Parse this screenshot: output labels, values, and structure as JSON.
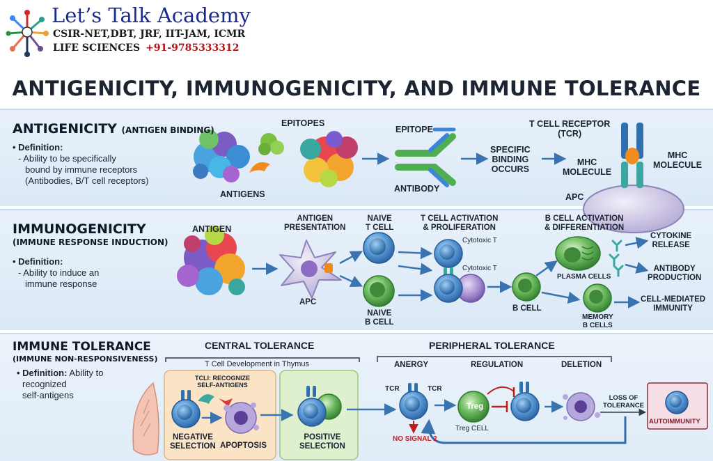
{
  "header": {
    "brand_title": "Let’s Talk Academy",
    "line1": "CSIR-NET,DBT, JRF, IIT-JAM, ICMR",
    "line2": "LIFE SCIENCES",
    "phone": "+91-9785333312"
  },
  "title": "ANTIGENICITY, IMMUNOGENICITY, AND IMMUNE TOLERANCE",
  "antigenicity": {
    "title": "ANTIGENICITY",
    "subtitle": "(ANTIGEN BINDING)",
    "def_label": "• Definition:",
    "def_1": "- Ability to be specifically",
    "def_2": "bound by immune receptors",
    "def_3": "(Antibodies, B/T cell receptors)",
    "antigens": "ANTIGENS",
    "epitopes": "EPITOPES",
    "epitope": "EPITOPE",
    "antibody": "ANTIBODY",
    "specific_1": "SPECIFIC",
    "specific_2": "BINDING",
    "specific_3": "OCCURS",
    "tcr_1": "T CELL RECEPTOR",
    "tcr_2": "(TCR)",
    "mhc_left_1": "MHC",
    "mhc_left_2": "MOLECULE",
    "mhc_right_1": "MHC",
    "mhc_right_2": "MOLECULE",
    "apc": "APC"
  },
  "immunogenicity": {
    "title": "IMMUNOGENICITY",
    "subtitle": "(IMMUNE RESPONSE INDUCTION)",
    "def_label": "• Definition:",
    "def_1": "- Ability to induce an",
    "def_2": "immune response",
    "antigen": "ANTIGEN",
    "presentation_1": "ANTIGEN",
    "presentation_2": "PRESENTATION",
    "apc": "APC",
    "naive_t_1": "NAIVE",
    "naive_t_2": "T CELL",
    "naive_b_1": "NAIVE",
    "naive_b_2": "B CELL",
    "tact_1": "T CELL ACTIVATION",
    "tact_2": "& PROLIFERATION",
    "cyto_1": "Cytotoxic T",
    "cyto_2": "Cytotoxic T",
    "b_cell": "B CELL",
    "bact_1": "B CELL ACTIVATION",
    "bact_2": "& DIFFERENTIATION",
    "plasma": "PLASMA CELLS",
    "memory_1": "MEMORY",
    "memory_2": "B CELLS",
    "cytokine_1": "CYTOKINE",
    "cytokine_2": "RELEASE",
    "antibody_1": "ANTIBODY",
    "antibody_2": "PRODUCTION",
    "cmi_1": "CELL-MEDIATED",
    "cmi_2": "IMMUNITY"
  },
  "tolerance": {
    "title": "IMMUNE TOLERANCE",
    "subtitle": "(IMMUNE NON-RESPONSIVENESS)",
    "def_label": "• Definition:",
    "def_1": "Ability to",
    "def_2": "recognized",
    "def_3": "self-antigens",
    "central": "CENTRAL TOLERANCE",
    "thymus": "T Cell Development in Thymus",
    "tcli_1": "TCLI: RECOGNIZE",
    "tcli_2": "SELF-ANTIGENS",
    "neg_1": "NEGATIVE",
    "neg_2": "SELECTION",
    "apoptosis": "APOPTOSIS",
    "pos_1": "POSITIVE",
    "pos_2": "SELECTION",
    "peripheral": "PERIPHERAL TOLERANCE",
    "anergy": "ANERGY",
    "regulation": "REGULATION",
    "deletion": "DELETION",
    "tcr_left": "TCR",
    "tcr_right": "TCR",
    "no_signal": "NO SIGNAL 2",
    "treg": "Treg",
    "treg_cell": "Treg CELL",
    "loss_1": "LOSS OF",
    "loss_2": "TOLERANCE",
    "autoimmunity": "AUTOIMMUNITY"
  },
  "colors": {
    "brand_blue": "#1a2a8c",
    "band_bg": "#e3eef8",
    "cell_blue": "#3f86c9",
    "cell_green": "#4fa34a",
    "arrow_blue": "#3a74b0",
    "red": "#c21d1d"
  }
}
